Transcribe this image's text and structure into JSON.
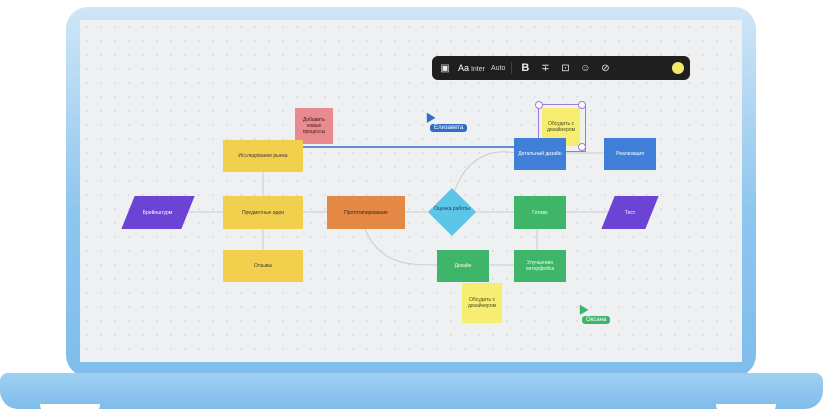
{
  "toolbar": {
    "font_label": "Aa",
    "font_name": "Inter",
    "size_value": "Auto",
    "bold_label": "B",
    "strike_label": "∓"
  },
  "colors": {
    "yellow": "#f3cf4e",
    "orange": "#e58845",
    "green": "#3fb56a",
    "blue": "#3f7fd8",
    "pink": "#e98a8e",
    "purple": "#6b44d6",
    "cyan": "#5cc6e8",
    "sticky": "#f7ee71",
    "toolbar_bg": "#1f1f1f"
  },
  "icons": [
    "sticky-note-icon",
    "bold-icon",
    "strikethrough-icon",
    "card-icon",
    "emoji-icon",
    "link-icon",
    "color-swatch-icon"
  ],
  "board": {
    "start": "Брейнштурм",
    "research": "Исследование рынка",
    "ideas": "Предметные идеи",
    "feedback": "Отзывы",
    "prototype": "Прототипирование",
    "review": "Оценка работы",
    "design_detail": "Детальный дизайн",
    "realization": "Реализация",
    "ready": "Готово",
    "design": "Дизайн",
    "improve": "Улучшения интерфейса",
    "test": "Тест",
    "note_pink": "Добавить новые процессы",
    "note_selected": "Обсудить с дизайнером",
    "note_bottom": "Обсудить с дизайнером"
  },
  "cursors": {
    "blue_user": "Елизавета",
    "green_user": "Оксана"
  }
}
